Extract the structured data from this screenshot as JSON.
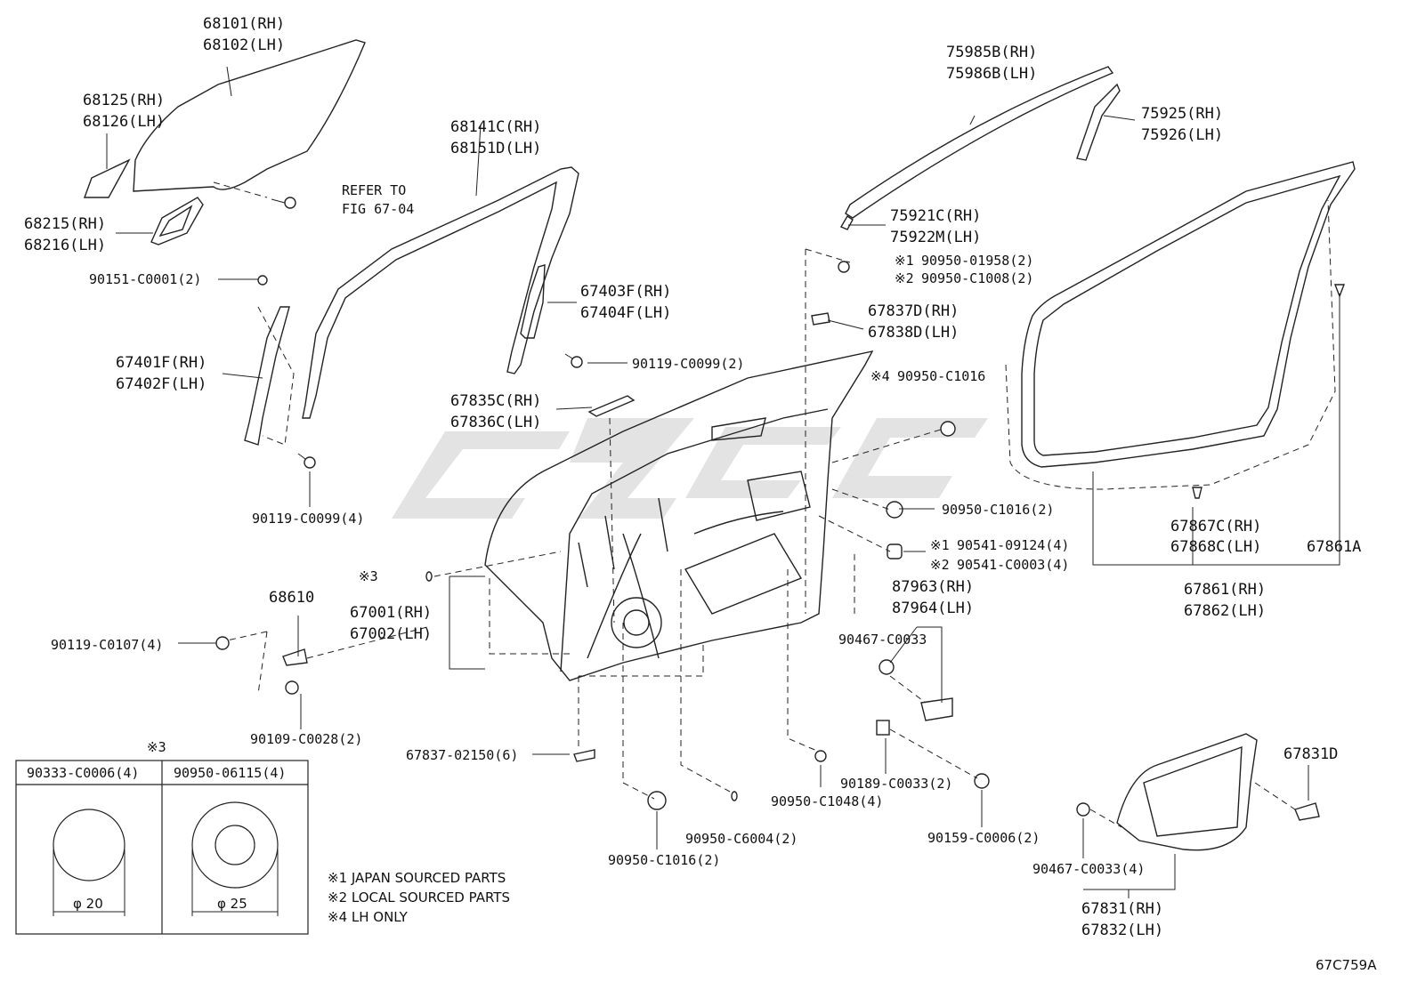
{
  "diagram_code": "67C759A",
  "labels": {
    "glass_rh": "68101(RH)",
    "glass_lh": "68102(LH)",
    "qglass_rh": "68125(RH)",
    "qglass_lh": "68126(LH)",
    "qseal_rh": "68215(RH)",
    "qseal_lh": "68216(LH)",
    "screw_90151": "90151-C0001(2)",
    "run_rh": "67401F(RH)",
    "run_lh": "67402F(LH)",
    "bolt_90119_4": "90119-C0099(4)",
    "refer_1": "REFER TO",
    "refer_2": "FIG 67-04",
    "frame_rh": "68141C(RH)",
    "frame_lh": "68151D(LH)",
    "rear_run_rh": "67403F(RH)",
    "rear_run_lh": "67404F(LH)",
    "bolt_90119_2": "90119-C0099(2)",
    "cover_rh": "67835C(RH)",
    "cover_lh": "67836C(LH)",
    "moulding_rh": "75985B(RH)",
    "moulding_lh": "75986B(LH)",
    "garnish_rh": "75925(RH)",
    "garnish_lh": "75926(LH)",
    "clip_rh": "75921C(RH)",
    "clip_lh": "75922M(LH)",
    "note1_part": "90950-01958(2)",
    "note2_part": "90950-C1008(2)",
    "mark1": "※1",
    "mark2": "※2",
    "mark3": "※3",
    "mark4": "※4",
    "bracket_rh": "67837D(RH)",
    "bracket_lh": "67838D(LH)",
    "plug_lh_only": "90950-C1016",
    "plug_2": "90950-C1016(2)",
    "nut1": "90541-09124(4)",
    "nut2": "90541-C0003(4)",
    "panel_rh": "67001(RH)",
    "panel_lh": "67002(LH)",
    "support_rh": "87963(RH)",
    "support_lh": "87964(LH)",
    "clip_90467": "90467-C0033",
    "hinge_part": "68610",
    "bolt_90119_c0107": "90119-C0107(4)",
    "bolt_90109": "90109-C0028(2)",
    "clip_67837": "67837-02150(6)",
    "weather_rh": "67861(RH)",
    "weather_lh": "67862(LH)",
    "weather_a": "67861A",
    "wclip_rh": "67867C(RH)",
    "wclip_lh": "67868C(LH)",
    "plug_1048": "90950-C1048(4)",
    "clip_90189": "90189-C0033(2)",
    "screw_90159": "90159-C0006(2)",
    "plug_6004": "90950-C6004(2)",
    "plug_1016b": "90950-C1016(2)",
    "clip_90467_4": "90467-C0033(4)",
    "shield_rh": "67831(RH)",
    "shield_lh": "67832(LH)",
    "shield_d": "67831D"
  },
  "plug_table": {
    "title": "※3",
    "col1_part": "90333-C0006(4)",
    "col1_dia": "φ 20",
    "col2_part": "90950-06115(4)",
    "col2_dia": "φ 25"
  },
  "notes": [
    "※1 JAPAN SOURCED PARTS",
    "※2 LOCAL SOURCED PARTS",
    "※4 LH ONLY"
  ]
}
